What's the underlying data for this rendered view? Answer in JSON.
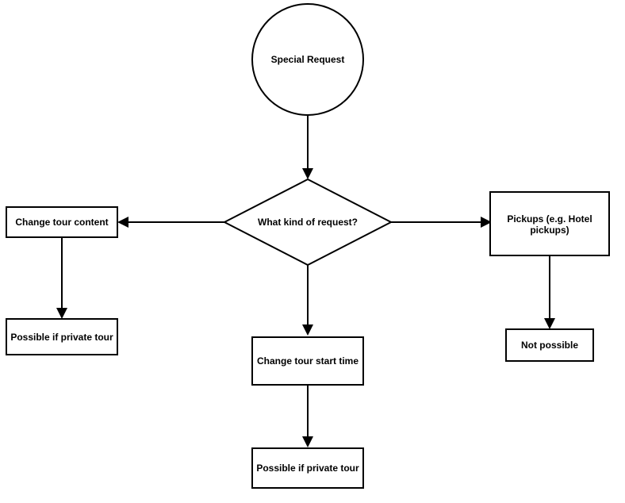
{
  "diagram": {
    "nodes": {
      "start": "Special Request",
      "decision": "What kind of request?",
      "change_content": "Change tour content",
      "change_content_result": "Possible if private tour",
      "pickups_line1": "Pickups (e.g. Hotel",
      "pickups_line2": "pickups)",
      "pickups_result": "Not possible",
      "change_time": "Change tour start time",
      "change_time_result": "Possible if private tour"
    }
  }
}
